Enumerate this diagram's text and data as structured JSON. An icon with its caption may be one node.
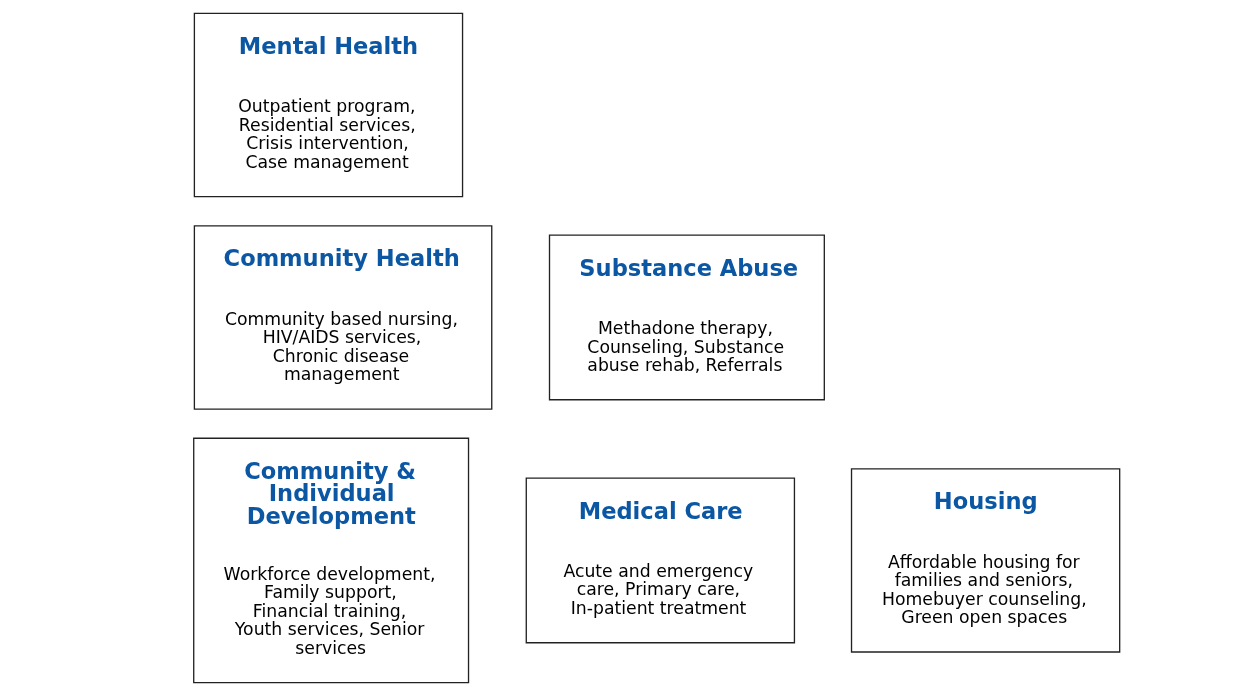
{
  "diagram": {
    "nodes": [
      {
        "text": [
          "Mental Health",
          "Outpatient program, Residential services, Crisis intervention, Case management"
        ]
      },
      {
        "text": [
          "Community Health",
          "Community based nursing, HIV/AIDS services, Chronic disease management"
        ]
      },
      {
        "text": [
          "Substance Abuse",
          "Methadone therapy, Counseling, Substance abuse rehab, Referrals"
        ]
      },
      {
        "text": [
          "Community & Individual Development",
          "Workforce development, Family support, Financial training, Youth services, Senior services"
        ]
      },
      {
        "text": [
          "Medical Care",
          "Acute and emergency care, Primary care, In-patient treatment"
        ]
      },
      {
        "text": [
          "Housing",
          "Affordable housing for families and seniors, Homebuyer counseling, Green open spaces"
        ]
      }
    ],
    "edges": []
  }
}
